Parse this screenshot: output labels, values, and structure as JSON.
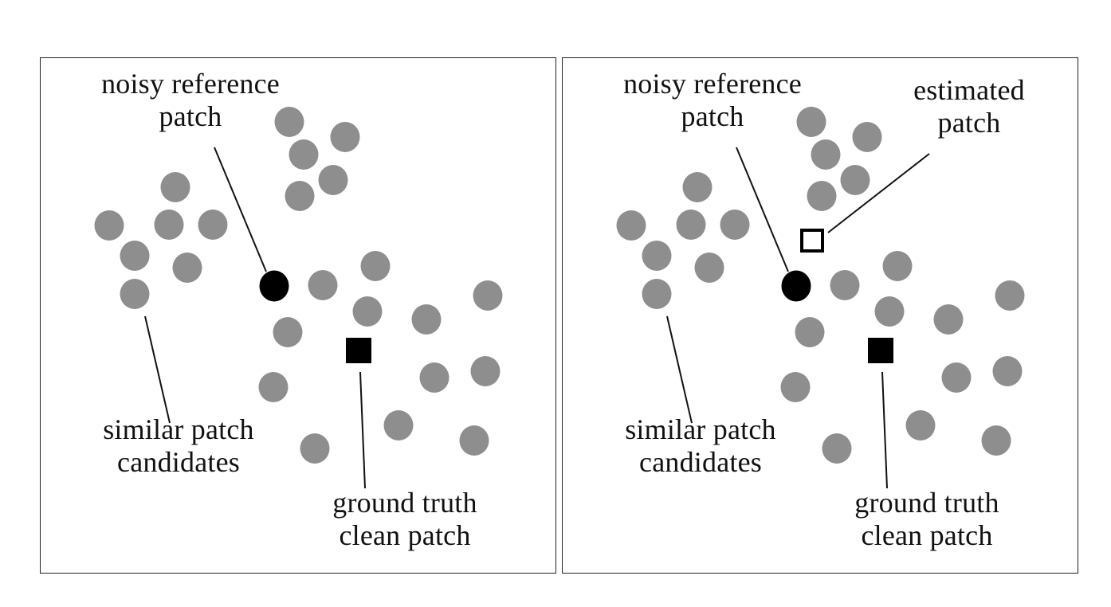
{
  "colors": {
    "candidate": "#8e8e8e",
    "reference": "#000000",
    "ground_truth": "#000000",
    "estimated_outline": "#000000",
    "leader_line": "#111111"
  },
  "panels": [
    {
      "id": "left",
      "labels": {
        "noisy_reference": [
          "noisy reference",
          "patch"
        ],
        "similar_candidates": [
          "similar patch",
          "candidates"
        ],
        "ground_truth": [
          "ground truth",
          "clean patch"
        ]
      }
    },
    {
      "id": "right",
      "labels": {
        "noisy_reference": [
          "noisy reference",
          "patch"
        ],
        "estimated": [
          "estimated",
          "patch"
        ],
        "similar_candidates": [
          "similar patch",
          "candidates"
        ],
        "ground_truth": [
          "ground truth",
          "clean patch"
        ]
      }
    }
  ]
}
